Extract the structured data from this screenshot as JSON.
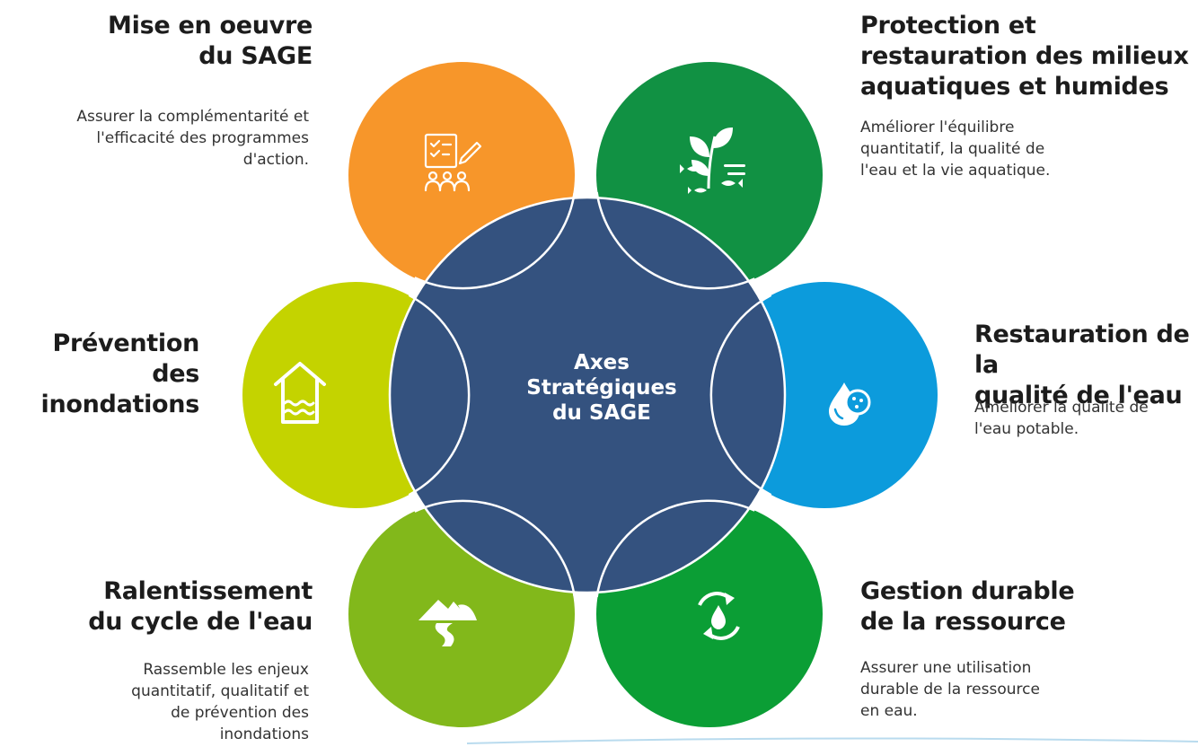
{
  "center": {
    "lines": [
      "Axes",
      "Stratégiques",
      "du SAGE"
    ],
    "color": "#2f4f7f"
  },
  "axes": [
    {
      "title_lines": [
        "Mise en oeuvre",
        "du SAGE"
      ],
      "desc_lines": [
        "Assurer la complémentarité et",
        "l'efficacité des programmes",
        "d'action."
      ],
      "color": "#f7962a",
      "icon": "planning-meeting-icon"
    },
    {
      "title_lines": [
        "Protection et",
        "restauration des milieux",
        "aquatiques et humides"
      ],
      "desc_lines": [
        "Améliorer l'équilibre",
        "quantitatif, la qualité de",
        "l'eau et la vie aquatique."
      ],
      "color": "#119143",
      "icon": "aquatic-plants-fish-icon"
    },
    {
      "title_lines": [
        "Restauration de la",
        "qualité de l'eau"
      ],
      "desc_lines": [
        "Améliorer la qualité de",
        "l'eau potable."
      ],
      "color": "#0c9bdc",
      "icon": "water-drop-quality-icon"
    },
    {
      "title_lines": [
        "Gestion durable",
        "de la ressource"
      ],
      "desc_lines": [
        "Assurer une utilisation",
        "durable de la ressource",
        "en eau."
      ],
      "color": "#0b9e35",
      "icon": "water-cycle-icon"
    },
    {
      "title_lines": [
        "Ralentissement",
        "du cycle de l'eau"
      ],
      "desc_lines": [
        "Rassemble les enjeux",
        "quantitatif, qualitatif et",
        "de prévention des",
        "inondations"
      ],
      "color": "#82b81b",
      "icon": "landscape-river-icon"
    },
    {
      "title_lines": [
        "Prévention des",
        "inondations"
      ],
      "desc_lines": [],
      "color": "#c4d300",
      "icon": "flooded-house-icon"
    }
  ]
}
